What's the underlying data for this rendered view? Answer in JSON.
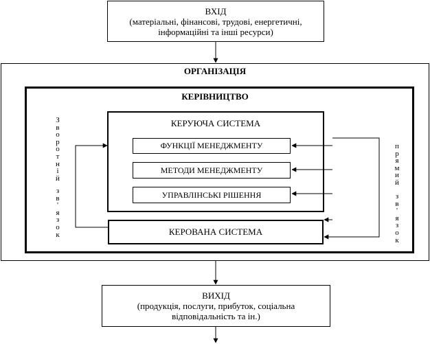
{
  "input": {
    "title": "ВХІД",
    "line1": "(матеріальні, фінансові, трудові, енергетичні,",
    "line2": "інформаційні та інші ресурси)"
  },
  "organization": {
    "title": "ОРГАНІЗАЦІЯ"
  },
  "management": {
    "title": "КЕРІВНИЦТВО"
  },
  "control_system": {
    "title": "КЕРУЮЧА СИСТЕМА",
    "items": [
      "ФУНКЦІЇ МЕНЕДЖМЕНТУ",
      "МЕТОДИ МЕНЕДЖМЕНТУ",
      "УПРАВЛІНСЬКІ РІШЕННЯ"
    ]
  },
  "controlled_system": {
    "title": "КЕРОВАНА СИСТЕМА"
  },
  "feedback": {
    "word1": "Зворотній",
    "word2": "зв'язок"
  },
  "direct": {
    "word1": "прямий",
    "word2": "зв'язок"
  },
  "output": {
    "title": "ВИХІД",
    "line1": "(продукція, послуги, прибуток, соціальна",
    "line2": "відповідальність та ін.)"
  }
}
